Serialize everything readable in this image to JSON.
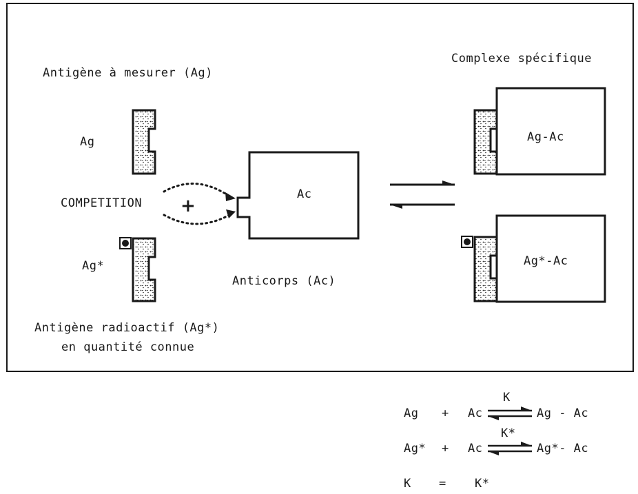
{
  "labels": {
    "antigen_to_measure": "Antigène à mesurer (Ag)",
    "ag": "Ag",
    "competition": "COMPETITION",
    "plus": "+",
    "ag_star": "Ag*",
    "radioactive_line1": "Antigène radioactif (Ag*)",
    "radioactive_line2": "en quantité connue",
    "ac": "Ac",
    "antibody": "Anticorps (Ac)",
    "specific_complex": "Complexe spécifique",
    "complex_ag_ac": "Ag-Ac",
    "complex_agstar_ac": "Ag*-Ac"
  },
  "equations": {
    "eq1": {
      "left": "Ag",
      "plus": "+",
      "reactant": "Ac",
      "constant": "K",
      "product": "Ag - Ac"
    },
    "eq2": {
      "left": "Ag*",
      "plus": "+",
      "reactant": "Ac",
      "constant": "K*",
      "product": "Ag*- Ac"
    },
    "eq3": {
      "left": "K",
      "equals": "=",
      "right": "K*"
    }
  }
}
